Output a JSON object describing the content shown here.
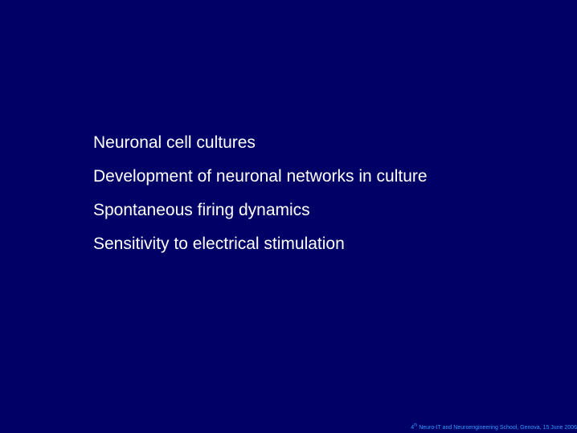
{
  "slide": {
    "background_color": "#000066",
    "text_color": "#ffffff",
    "footer_color": "#3399ff",
    "bullets": [
      "Neuronal cell cultures",
      "Development of neuronal networks in culture",
      "Spontaneous firing dynamics",
      "Sensitivity to electrical stimulation"
    ],
    "footer": {
      "number": "4",
      "ordinal_suffix": "th",
      "text": " Neuro-IT and Neuroengineering School, Genova, 15 June 2006"
    }
  }
}
